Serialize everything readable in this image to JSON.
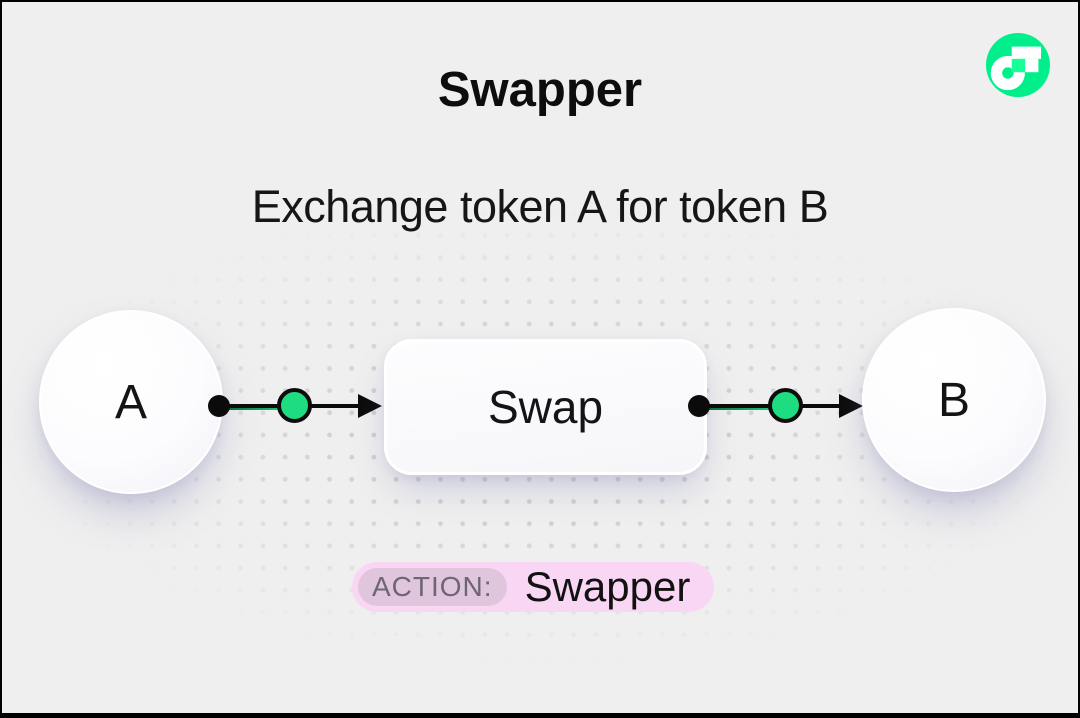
{
  "header": {
    "title": "Swapper",
    "subtitle": "Exchange token A for token B"
  },
  "logo": {
    "name": "flow-logo"
  },
  "diagram": {
    "input_node": {
      "label": "A"
    },
    "process_node": {
      "label": "Swap"
    },
    "output_node": {
      "label": "B"
    }
  },
  "action_badge": {
    "label": "ACTION:",
    "value": "Swapper"
  },
  "colors": {
    "background": "#EFEFEF",
    "flow_green": "#00EF8B",
    "flow_green_light": "#16FF99",
    "node_green": "#1EDC80",
    "badge_bg": "#F9D7F4",
    "badge_chip_bg": "#DFC6DC",
    "badge_chip_text": "#6E6678",
    "ink": "#0D0D0D",
    "dot_grid": "#CCCCCF"
  }
}
